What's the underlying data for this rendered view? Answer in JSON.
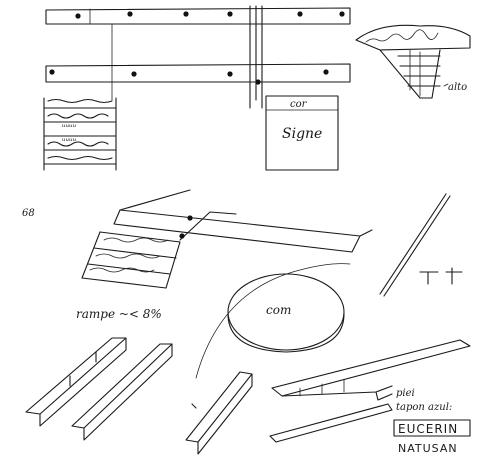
{
  "sketch": {
    "labels": {
      "alto": "alto",
      "page_number": "68",
      "rampa": "rampe ~< 8%",
      "com": "com",
      "sign_top": "cor",
      "sign_signature": "Signe",
      "note_line1": "piei",
      "note_line2": "tapon azul:",
      "eucerin": "EUCERIN",
      "natusan": "NATUSAN",
      "wave_label_1": "ᵤᵤᵤᵤ",
      "wave_label_2": "ᵤᵤᵤᵤ"
    },
    "colors": {
      "ink": "#1a1a1a",
      "paper": "#ffffff"
    }
  }
}
